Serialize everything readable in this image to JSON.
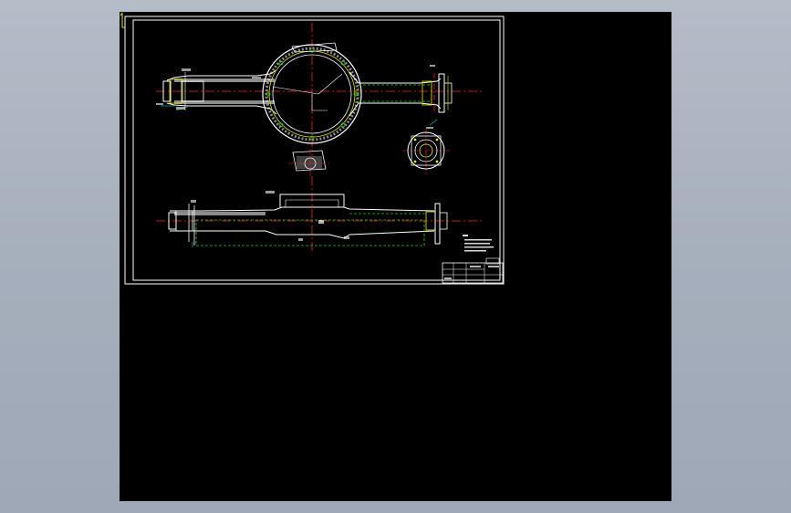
{
  "window": {
    "kind": "cad-drawing-viewport",
    "background_color": "#a9b2bf",
    "model_space_color": "#000000"
  },
  "colors": {
    "frame": "#ffffff",
    "outline": "#ffffff",
    "centerline": "#ff2020",
    "hidden_line": "#22cc22",
    "dimension": "#00d8d8",
    "hatch": "#ffffff",
    "accent_yellow": "#e8e800"
  },
  "drawing": {
    "views": [
      "top-view",
      "section-detail",
      "flange-end-view",
      "front-view"
    ],
    "has_title_block": true,
    "has_notes": true
  },
  "ucs_icon": {
    "name": "ucs-icon"
  }
}
